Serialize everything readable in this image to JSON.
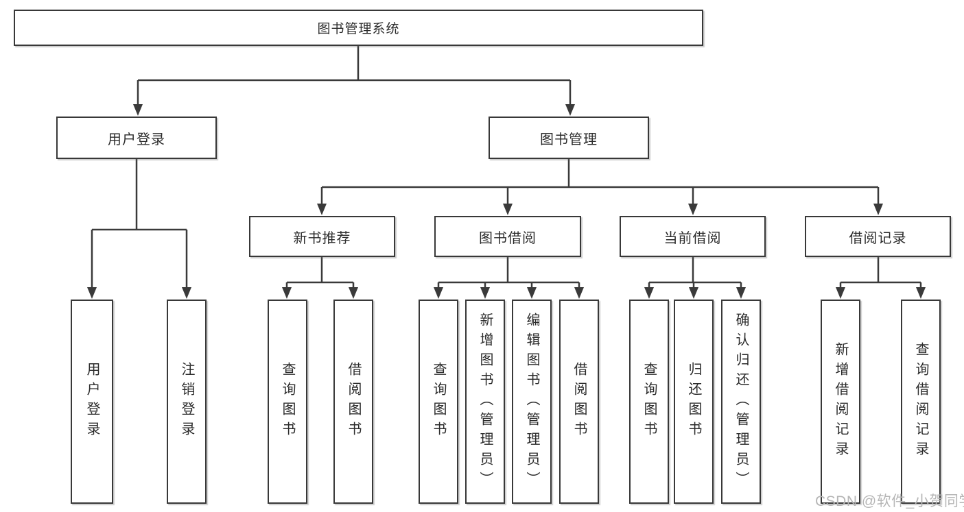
{
  "tree": {
    "root": {
      "label": "图书管理系统"
    },
    "children": [
      {
        "label": "用户登录",
        "children": [
          {
            "label": "用户登录"
          },
          {
            "label": "注销登录"
          }
        ]
      },
      {
        "label": "图书管理",
        "children": [
          {
            "label": "新书推荐",
            "children": [
              {
                "label": "查询图书"
              },
              {
                "label": "借阅图书"
              }
            ]
          },
          {
            "label": "图书借阅",
            "children": [
              {
                "label": "查询图书"
              },
              {
                "label": "新增图书（管理员）"
              },
              {
                "label": "编辑图书（管理员）"
              },
              {
                "label": "借阅图书"
              }
            ]
          },
          {
            "label": "当前借阅",
            "children": [
              {
                "label": "查询图书"
              },
              {
                "label": "归还图书"
              },
              {
                "label": "确认归还（管理员）"
              }
            ]
          },
          {
            "label": "借阅记录",
            "children": [
              {
                "label": "新增借阅记录"
              },
              {
                "label": "查询借阅记录"
              }
            ]
          }
        ]
      }
    ]
  },
  "watermark": {
    "text": "CSDN @软件_小贺同学"
  },
  "colors": {
    "background": "#ffffff",
    "box_border": "#383838",
    "connector": "#3a3a3a",
    "text": "#2b2b2b",
    "watermark": "#b6b6b6"
  }
}
